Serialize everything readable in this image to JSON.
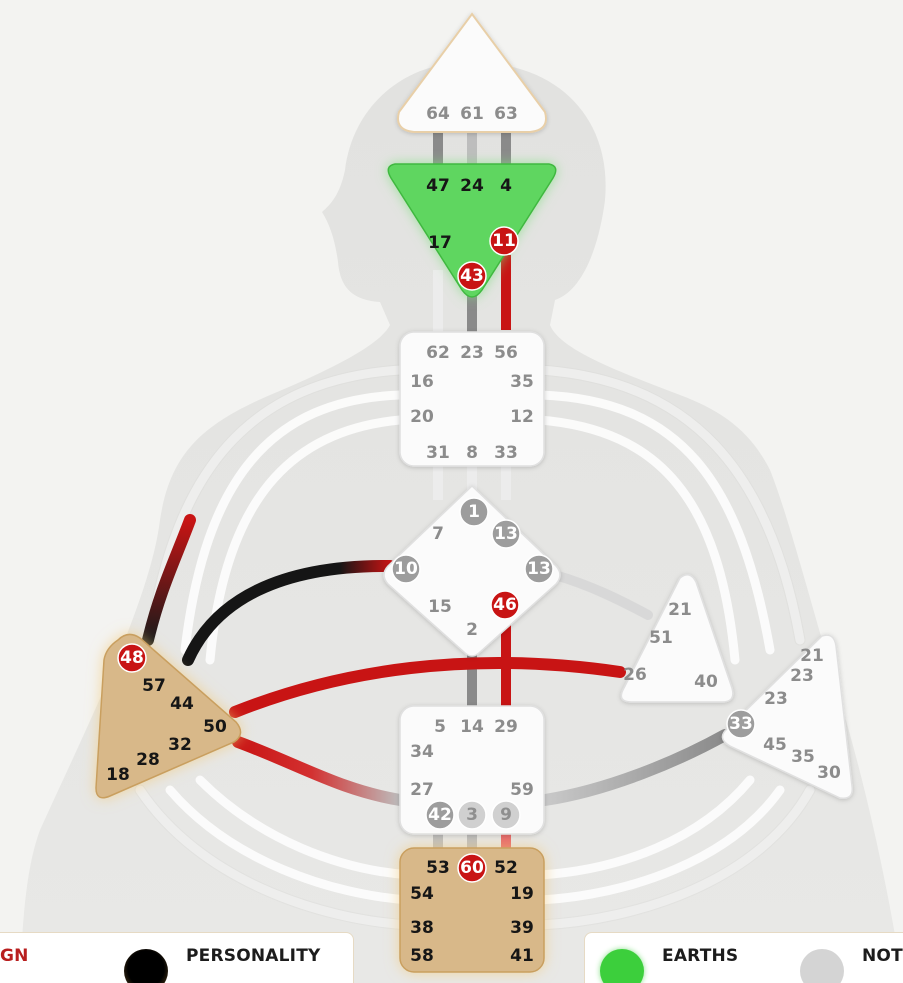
{
  "colors": {
    "defined_red": "#c81414",
    "personality_black": "#151515",
    "g_gold": "#d8b889",
    "ajna_green": "#5fd660",
    "undefined_white": "#fbfbfb",
    "gate_gray": "#8c8c8c"
  },
  "centers": [
    {
      "name": "head",
      "color": "undefined_white",
      "gates": [
        {
          "n": "64",
          "style": "plain"
        },
        {
          "n": "61",
          "style": "plain"
        },
        {
          "n": "63",
          "style": "plain"
        }
      ]
    },
    {
      "name": "ajna",
      "color": "ajna_green",
      "gates": [
        {
          "n": "47",
          "style": "dark"
        },
        {
          "n": "24",
          "style": "dark"
        },
        {
          "n": "4",
          "style": "dark"
        },
        {
          "n": "17",
          "style": "dark"
        },
        {
          "n": "11",
          "style": "red"
        },
        {
          "n": "43",
          "style": "red"
        }
      ]
    },
    {
      "name": "throat",
      "color": "undefined_white",
      "gates": [
        {
          "n": "62",
          "style": "plain"
        },
        {
          "n": "23",
          "style": "plain"
        },
        {
          "n": "56",
          "style": "plain"
        },
        {
          "n": "16",
          "style": "plain"
        },
        {
          "n": "35",
          "style": "plain"
        },
        {
          "n": "20",
          "style": "plain"
        },
        {
          "n": "12",
          "style": "plain"
        },
        {
          "n": "31",
          "style": "plain"
        },
        {
          "n": "8",
          "style": "plain"
        },
        {
          "n": "33",
          "style": "plain"
        }
      ]
    },
    {
      "name": "g-center",
      "color": "undefined_white",
      "gates": [
        {
          "n": "1",
          "style": "gray"
        },
        {
          "n": "7",
          "style": "plain"
        },
        {
          "n": "13",
          "style": "gray"
        },
        {
          "n": "10",
          "style": "gray"
        },
        {
          "n": "13",
          "style": "gray"
        },
        {
          "n": "15",
          "style": "plain"
        },
        {
          "n": "46",
          "style": "red"
        },
        {
          "n": "2",
          "style": "plain"
        }
      ]
    },
    {
      "name": "heart",
      "color": "undefined_white",
      "gates": [
        {
          "n": "21",
          "style": "plain"
        },
        {
          "n": "51",
          "style": "plain"
        },
        {
          "n": "26",
          "style": "plain"
        },
        {
          "n": "40",
          "style": "plain"
        }
      ]
    },
    {
      "name": "spleen",
      "color": "g_gold",
      "gates": [
        {
          "n": "48",
          "style": "red"
        },
        {
          "n": "57",
          "style": "dark"
        },
        {
          "n": "44",
          "style": "dark"
        },
        {
          "n": "50",
          "style": "dark"
        },
        {
          "n": "32",
          "style": "dark"
        },
        {
          "n": "28",
          "style": "dark"
        },
        {
          "n": "18",
          "style": "dark"
        }
      ]
    },
    {
      "name": "solar-plexus",
      "color": "undefined_white",
      "gates": [
        {
          "n": "21",
          "style": "plain"
        },
        {
          "n": "23",
          "style": "plain"
        },
        {
          "n": "23",
          "style": "plain"
        },
        {
          "n": "33",
          "style": "gray"
        },
        {
          "n": "45",
          "style": "plain"
        },
        {
          "n": "35",
          "style": "plain"
        },
        {
          "n": "30",
          "style": "plain"
        }
      ]
    },
    {
      "name": "sacral",
      "color": "undefined_white",
      "gates": [
        {
          "n": "5",
          "style": "plain"
        },
        {
          "n": "14",
          "style": "plain"
        },
        {
          "n": "29",
          "style": "plain"
        },
        {
          "n": "34",
          "style": "plain"
        },
        {
          "n": "27",
          "style": "plain"
        },
        {
          "n": "59",
          "style": "plain"
        },
        {
          "n": "42",
          "style": "gray"
        },
        {
          "n": "3",
          "style": "lightgray"
        },
        {
          "n": "9",
          "style": "lightgray"
        }
      ]
    },
    {
      "name": "root",
      "color": "g_gold",
      "gates": [
        {
          "n": "53",
          "style": "dark"
        },
        {
          "n": "60",
          "style": "red"
        },
        {
          "n": "52",
          "style": "dark"
        },
        {
          "n": "54",
          "style": "dark"
        },
        {
          "n": "19",
          "style": "dark"
        },
        {
          "n": "38",
          "style": "dark"
        },
        {
          "n": "39",
          "style": "dark"
        },
        {
          "n": "58",
          "style": "dark"
        },
        {
          "n": "41",
          "style": "dark"
        }
      ]
    }
  ],
  "legend": {
    "design": {
      "label": "GN"
    },
    "personality": {
      "label": "PERSONALITY"
    },
    "earths": {
      "label": "EARTHS"
    },
    "not": {
      "label": "NOT"
    }
  }
}
